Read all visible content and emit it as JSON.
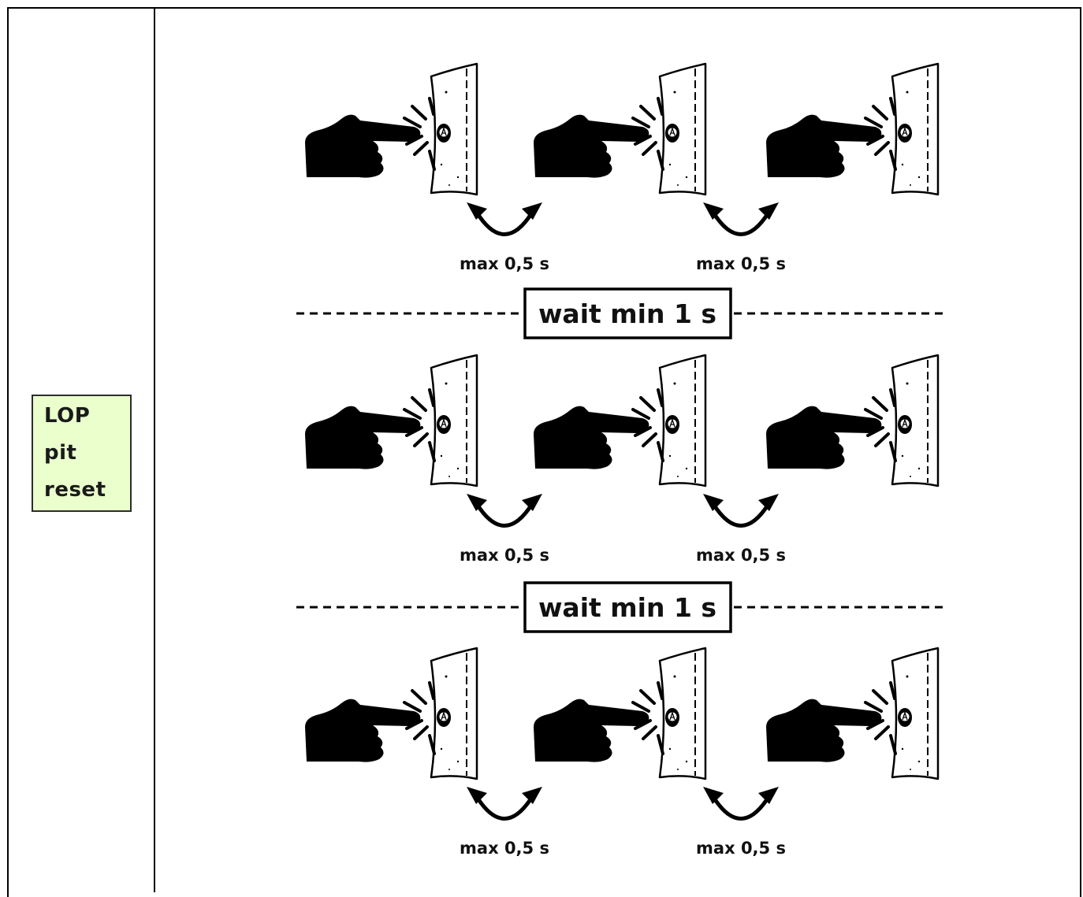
{
  "label": {
    "lines": [
      "LOP",
      "pit",
      "reset"
    ],
    "background": "#eaffcc"
  },
  "sequence": {
    "groups": [
      {
        "presses": 3,
        "gaps": [
          "max 0,5 s",
          "max 0,5 s"
        ]
      },
      {
        "presses": 3,
        "gaps": [
          "max 0,5 s",
          "max 0,5 s"
        ]
      },
      {
        "presses": 3,
        "gaps": [
          "max 0,5 s",
          "max 0,5 s"
        ]
      }
    ],
    "separators": [
      "wait min 1 s",
      "wait min 1 s"
    ],
    "button_symbol": "A"
  },
  "icons": {
    "hand": "pointing-hand-icon",
    "panel": "landing-call-panel-icon",
    "arrow": "double-curved-arrow-icon"
  }
}
